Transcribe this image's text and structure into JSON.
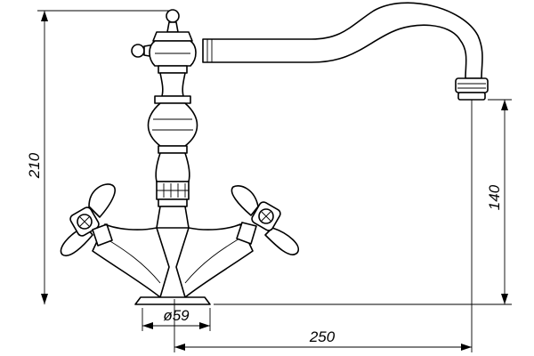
{
  "dimensions": {
    "height_total": "210",
    "spout_height": "140",
    "spout_reach": "250",
    "base_diameter": "ø59"
  }
}
